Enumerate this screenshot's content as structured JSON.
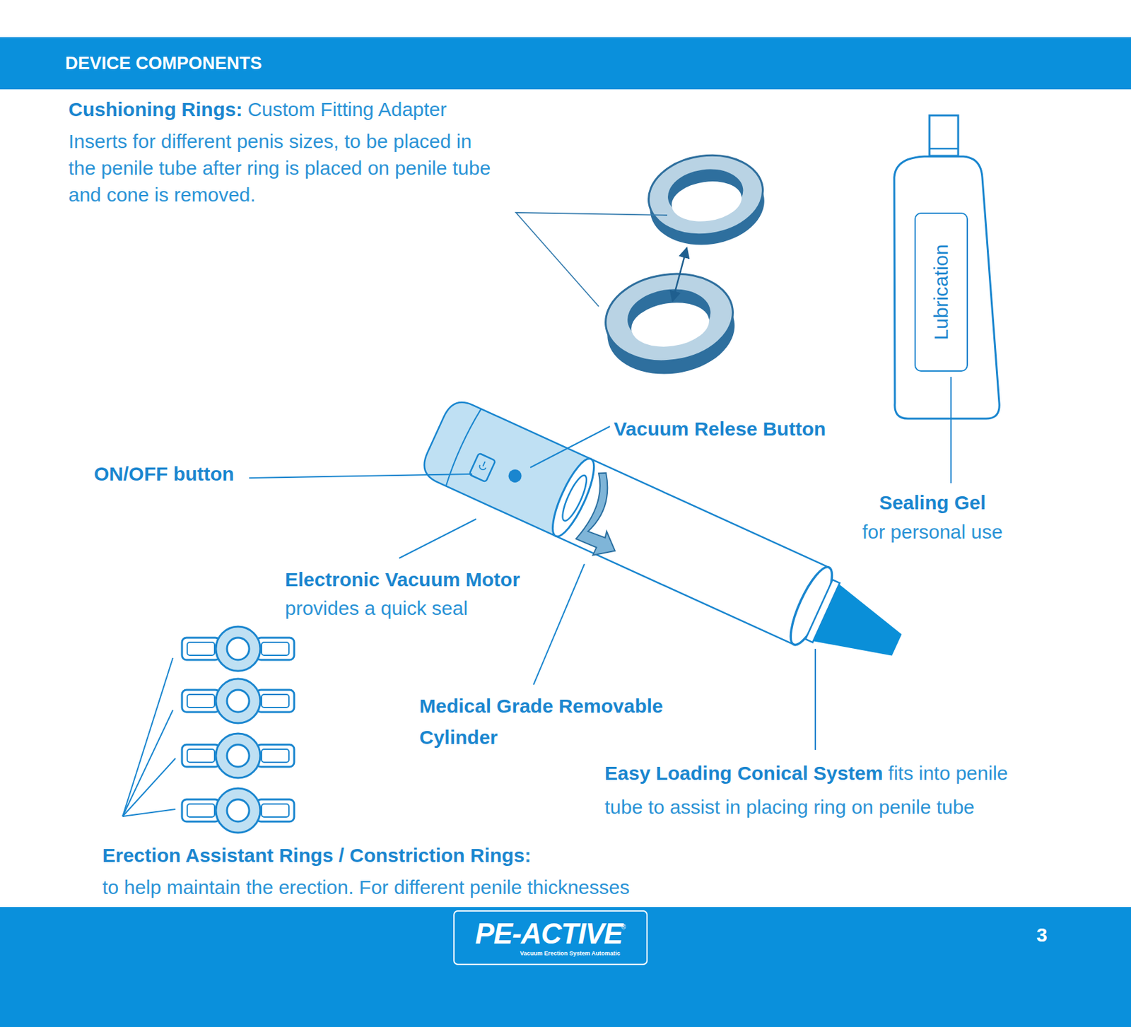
{
  "diagram": {
    "title": "DEVICE COMPONENTS",
    "nodes": [
      {
        "text": [
          "Lubrication"
        ]
      },
      {
        "text": [
          "PE-ACTIVE",
          "®",
          "Vacuum Erection System Automatic"
        ]
      }
    ],
    "labels": [
      "Cushioning Rings:",
      "Custom Fitting Adapter",
      "Inserts for different penis sizes, to be placed in the penile tube after ring is placed on penile tube and cone is removed.",
      "Vacuum Relese Button",
      "ON/OFF button",
      "Sealing Gel",
      "for personal use",
      "Electronic Vacuum Motor",
      "provides a quick seal",
      "Medical Grade Removable Cylinder",
      "Easy Loading Conical System",
      "fits into penile tube to assist in placing ring on penile tube",
      "Erection Assistant Rings / Constriction Rings:",
      "to help maintain the erection. For different penile thicknesses",
      "3"
    ]
  }
}
